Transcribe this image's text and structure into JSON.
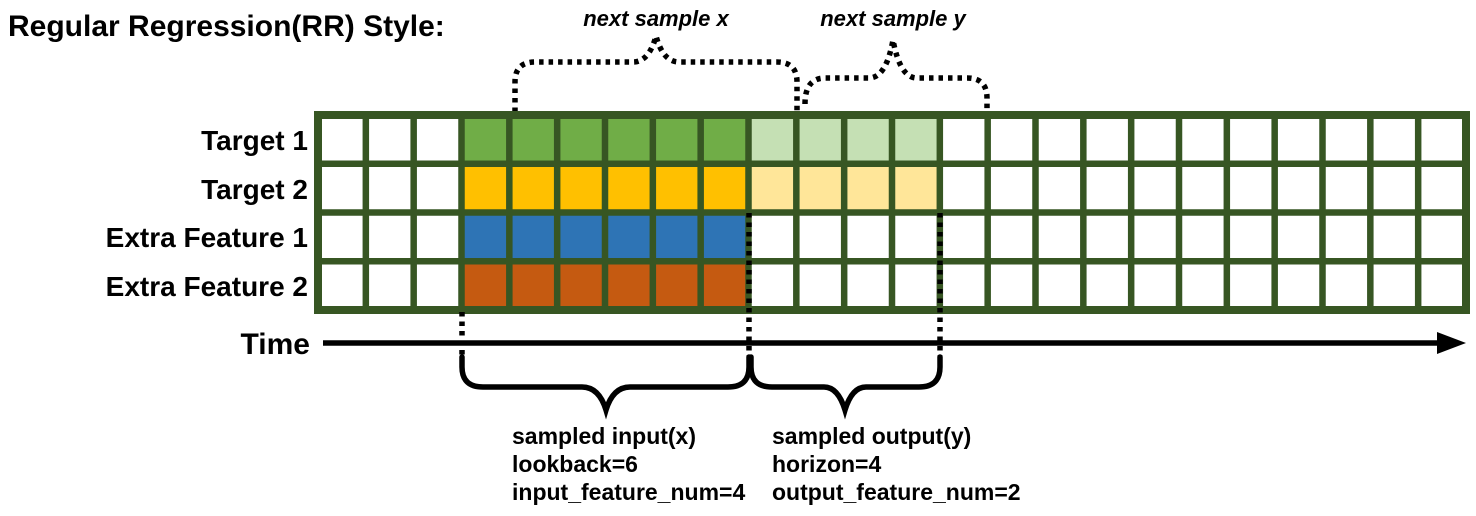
{
  "title": "Regular Regression(RR) Style:",
  "top_annotations": {
    "next_sample_x": "next sample x",
    "next_sample_y": "next sample y"
  },
  "rows": [
    {
      "label": "Target 1",
      "color": "#70AD47",
      "light_color": "#C5E0B4"
    },
    {
      "label": "Target 2",
      "color": "#FFC000",
      "light_color": "#FFE699"
    },
    {
      "label": "Extra Feature 1",
      "color": "#2E74B5",
      "light_color": null
    },
    {
      "label": "Extra Feature 2",
      "color": "#C55A11",
      "light_color": null
    }
  ],
  "grid": {
    "columns": 24,
    "lead_empty_columns": 3,
    "lookback": 6,
    "horizon": 4,
    "line_color": "#375623",
    "empty_fill": "#FFFFFF"
  },
  "time_axis": {
    "label": "Time"
  },
  "bottom_annotations": {
    "input": {
      "lines": [
        "sampled input(x)",
        "lookback=6",
        "input_feature_num=4"
      ]
    },
    "output": {
      "lines": [
        "sampled output(y)",
        "horizon=4",
        "output_feature_num=2"
      ]
    }
  }
}
